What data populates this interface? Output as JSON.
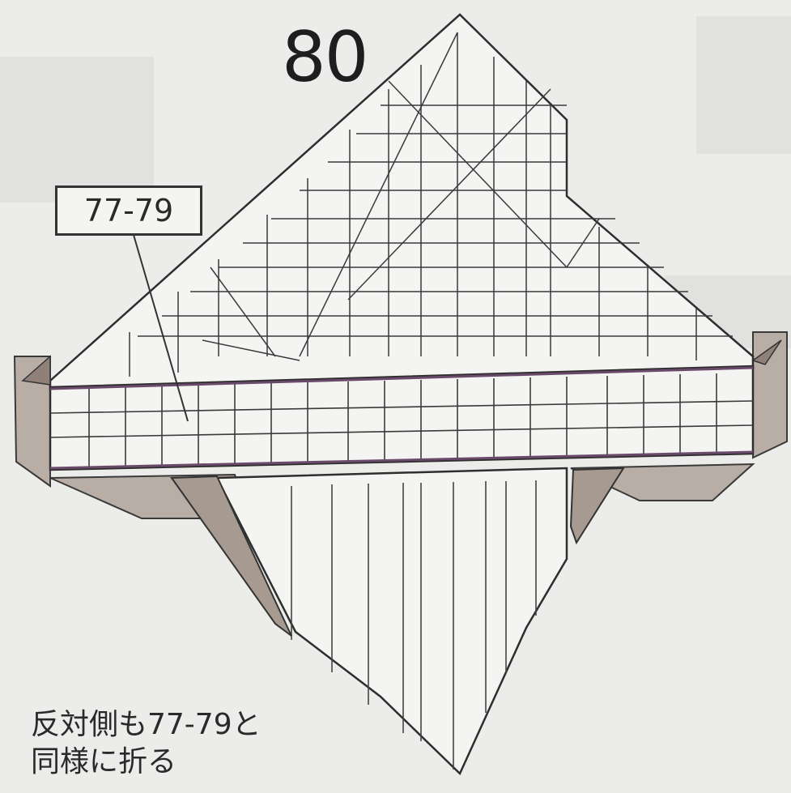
{
  "diagram": {
    "step_number": "80",
    "reference_label": "77-79",
    "instruction_lines": [
      "反対側も77-79と",
      "同様に折る"
    ]
  }
}
